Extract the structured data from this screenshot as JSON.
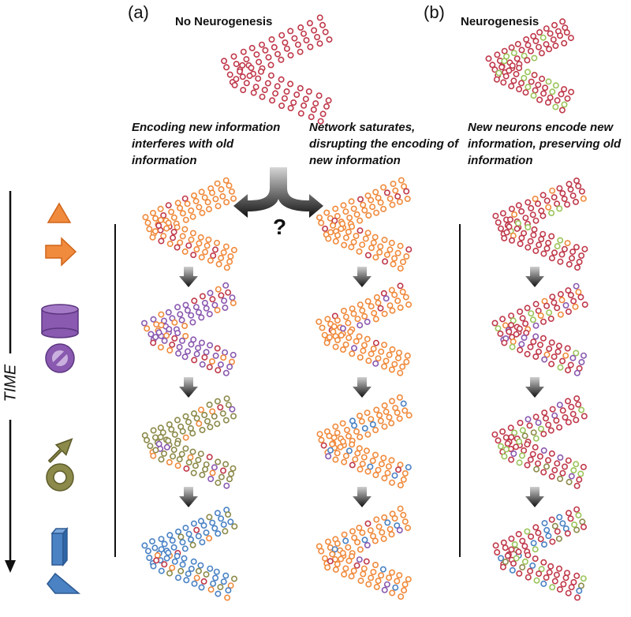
{
  "panel_a": {
    "label": "(a)",
    "title": "No Neurogenesis",
    "caption_left": "Encoding new information interferes with old information",
    "caption_right": "Network saturates, disrupting the encoding of new information"
  },
  "panel_b": {
    "label": "(b)",
    "title": "Neurogenesis",
    "caption": "New neurons encode new information, preserving old information"
  },
  "question_mark": "?",
  "time_label": "TIME",
  "colors": {
    "old_red": "#c0394b",
    "orange": "#f08a3c",
    "purple": "#8a59b0",
    "olive": "#8c8a4a",
    "blue": "#4a82c4",
    "new_green": "#9bc45a",
    "arrow": "#222222"
  },
  "memory_icons": [
    {
      "name": "orange-triangle-icon",
      "color": "orange"
    },
    {
      "name": "orange-arrow-icon",
      "color": "orange"
    },
    {
      "name": "purple-cylinder-icon",
      "color": "purple"
    },
    {
      "name": "purple-no-sign-icon",
      "color": "purple"
    },
    {
      "name": "olive-arrow-icon",
      "color": "olive"
    },
    {
      "name": "olive-ring-icon",
      "color": "olive"
    },
    {
      "name": "blue-bar-icon",
      "color": "blue"
    },
    {
      "name": "blue-wedge-icon",
      "color": "blue"
    }
  ]
}
